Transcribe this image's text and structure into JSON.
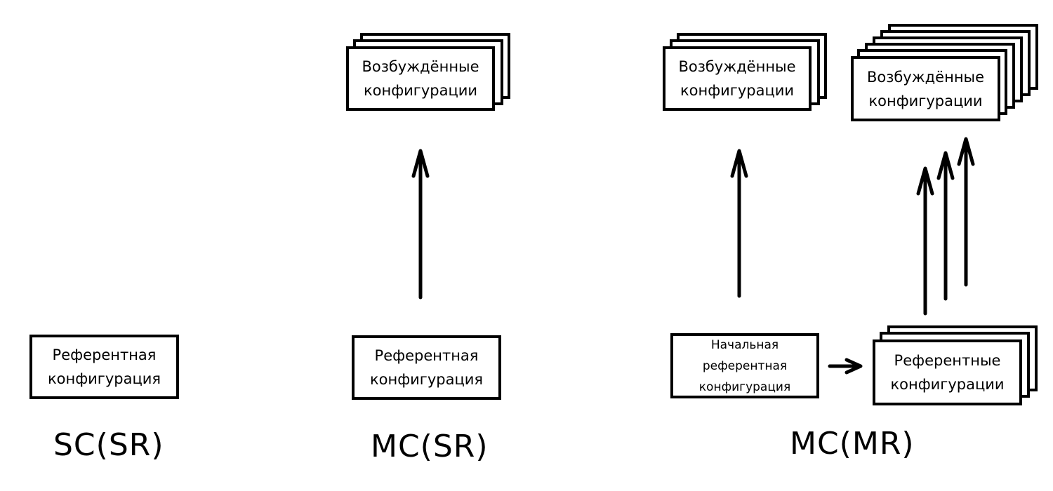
{
  "schemes": [
    {
      "label": "SC(SR)",
      "reference": {
        "text": "Референтная\nконфигурация"
      }
    },
    {
      "label": "MC(SR)",
      "reference": {
        "text": "Референтная\nконфигурация"
      },
      "excited": {
        "text": "Возбуждённые\nконфигурации"
      }
    },
    {
      "label": "MC(MR)",
      "initial_reference": {
        "text": "Начальная\nреферентная\nконфигурация"
      },
      "references": {
        "text": "Референтные\nконфигурации"
      },
      "excited_single": {
        "text": "Возбуждённые\nконфигурации"
      },
      "excited_multi": {
        "text": "Возбуждённые\nконфигурации"
      }
    }
  ],
  "colors": {
    "stroke": "#000000",
    "background": "#ffffff"
  }
}
